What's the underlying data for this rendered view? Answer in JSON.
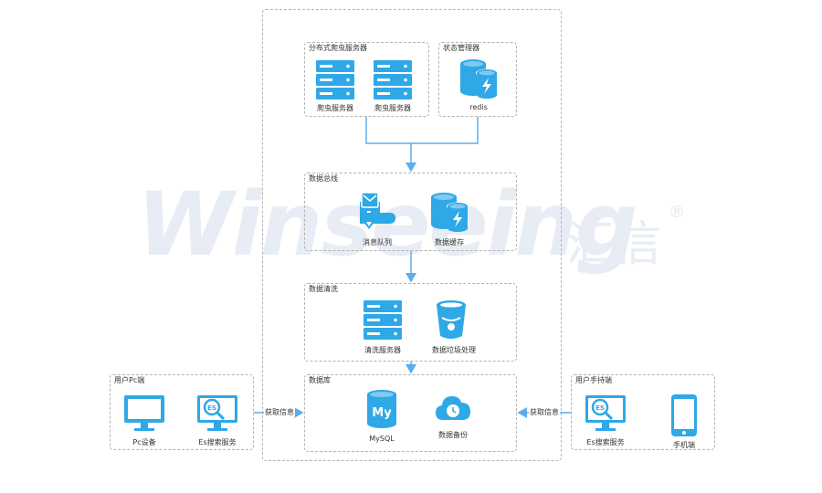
{
  "watermark": {
    "brand": "Winseeing",
    "brand_cn": "汇信",
    "registered": "®"
  },
  "colors": {
    "accent": "#2ea8e6",
    "border": "#b4b4b4",
    "arrow": "#5aaef0"
  },
  "groups": {
    "crawler": {
      "title": "分布式爬虫服务器",
      "items": [
        {
          "label": "爬虫服务器",
          "icon": "server-icon"
        },
        {
          "label": "爬虫服务器",
          "icon": "server-icon"
        }
      ]
    },
    "state": {
      "title": "状态管理器",
      "items": [
        {
          "label": "redis",
          "icon": "database-flash-icon"
        }
      ]
    },
    "bus": {
      "title": "数据总线",
      "items": [
        {
          "label": "消息队列",
          "icon": "message-queue-icon"
        },
        {
          "label": "数据缓存",
          "icon": "database-flash-icon"
        }
      ]
    },
    "clean": {
      "title": "数据清洗",
      "items": [
        {
          "label": "清洗服务器",
          "icon": "server-icon"
        },
        {
          "label": "数据垃圾处理",
          "icon": "trash-bin-icon"
        }
      ]
    },
    "db": {
      "title": "数据库",
      "items": [
        {
          "label": "MySQL",
          "icon": "mysql-icon"
        },
        {
          "label": "数据备份",
          "icon": "cloud-backup-icon"
        }
      ]
    },
    "pc": {
      "title": "用户Pc端",
      "items": [
        {
          "label": "Pc设备",
          "icon": "monitor-icon"
        },
        {
          "label": "Es搜索服务",
          "icon": "es-search-icon"
        }
      ]
    },
    "mobile": {
      "title": "用户手持端",
      "items": [
        {
          "label": "Es搜索服务",
          "icon": "es-search-icon"
        },
        {
          "label": "手机端",
          "icon": "phone-icon"
        }
      ]
    }
  },
  "connectors": {
    "left": "获取信息",
    "right": "获取信息"
  }
}
